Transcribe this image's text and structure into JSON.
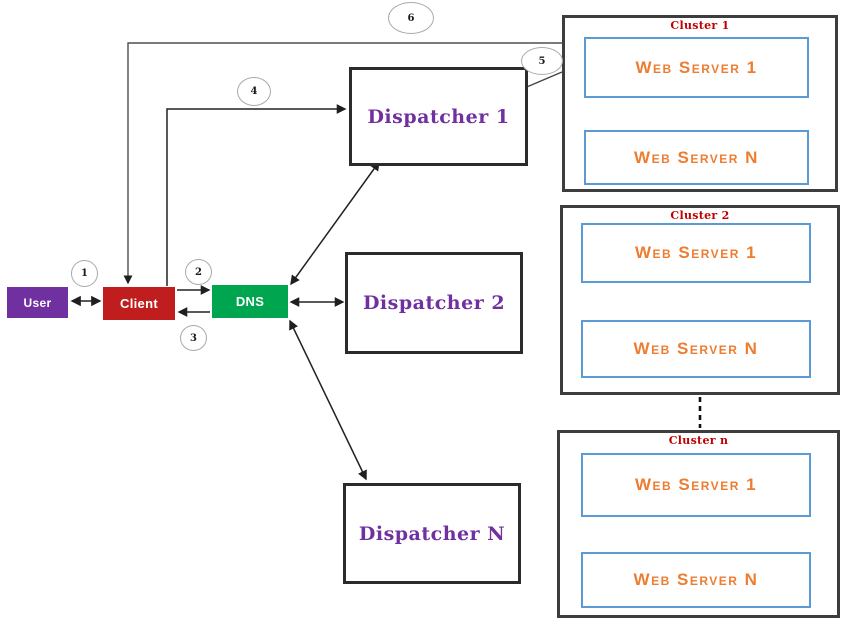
{
  "nodes": {
    "user": "User",
    "client": "Client",
    "dns": "DNS",
    "dispatcher1": "Dispatcher 1",
    "dispatcher2": "Dispatcher 2",
    "dispatcherN": "Dispatcher N"
  },
  "clusters": [
    {
      "title": "Cluster 1",
      "server1": "Web Server 1",
      "serverN": "Web Server N"
    },
    {
      "title": "Cluster 2",
      "server1": "Web Server 1",
      "serverN": "Web Server N"
    },
    {
      "title": "Cluster n",
      "server1": "Web Server 1",
      "serverN": "Web Server N"
    }
  ],
  "steps": {
    "s1": "1",
    "s2": "2",
    "s3": "3",
    "s4": "4",
    "s5": "5",
    "s6": "6"
  },
  "colors": {
    "user_fill": "#7030A0",
    "client_fill": "#C01E1E",
    "dns_fill": "#00A64F",
    "dispatcher_text": "#7030A0",
    "cluster_title": "#C00000",
    "web_server_text": "#ED7D31",
    "web_server_border": "#5B9BD5",
    "line": "#3c3c3c"
  }
}
